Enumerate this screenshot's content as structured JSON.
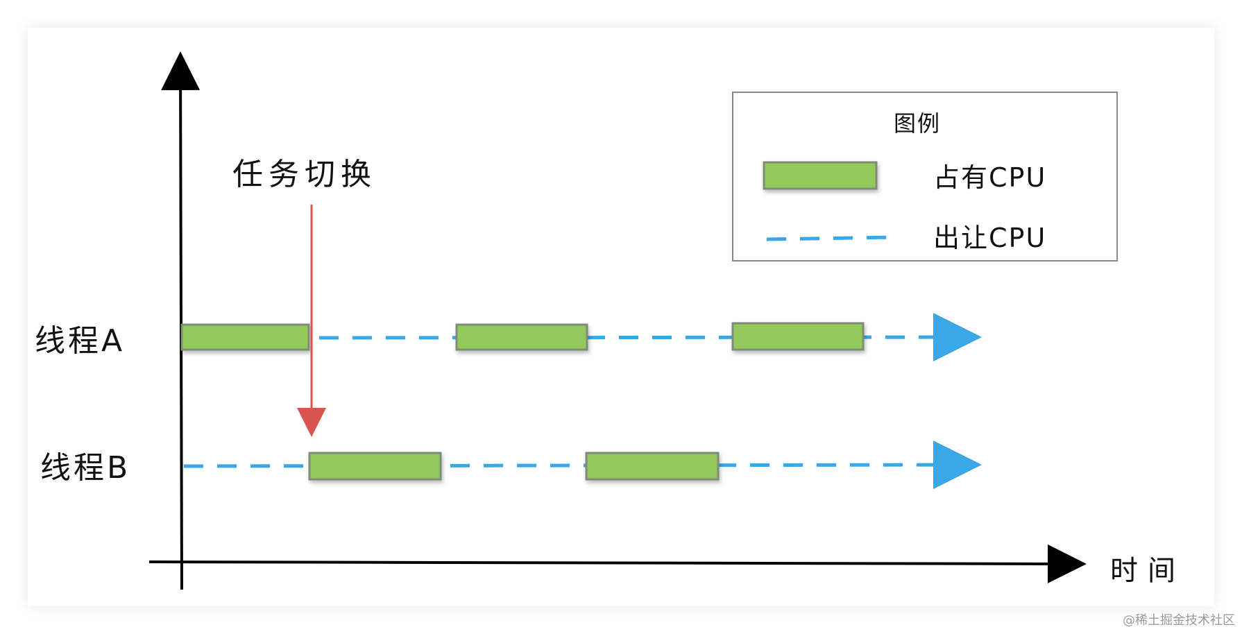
{
  "labels": {
    "task_switch": "任务切换",
    "thread_a": "线程A",
    "thread_b": "线程B",
    "time_axis": "时间"
  },
  "legend": {
    "title": "图例",
    "hold_cpu": "占有CPU",
    "yield_cpu": "出让CPU"
  },
  "watermark": "@稀土掘金技术社区",
  "colors": {
    "bar_fill": "#92c95a",
    "bar_stroke": "#7f8c7a",
    "dash": "#3aa7e8",
    "switch_arrow": "#d9534f",
    "axis": "#000000"
  }
}
